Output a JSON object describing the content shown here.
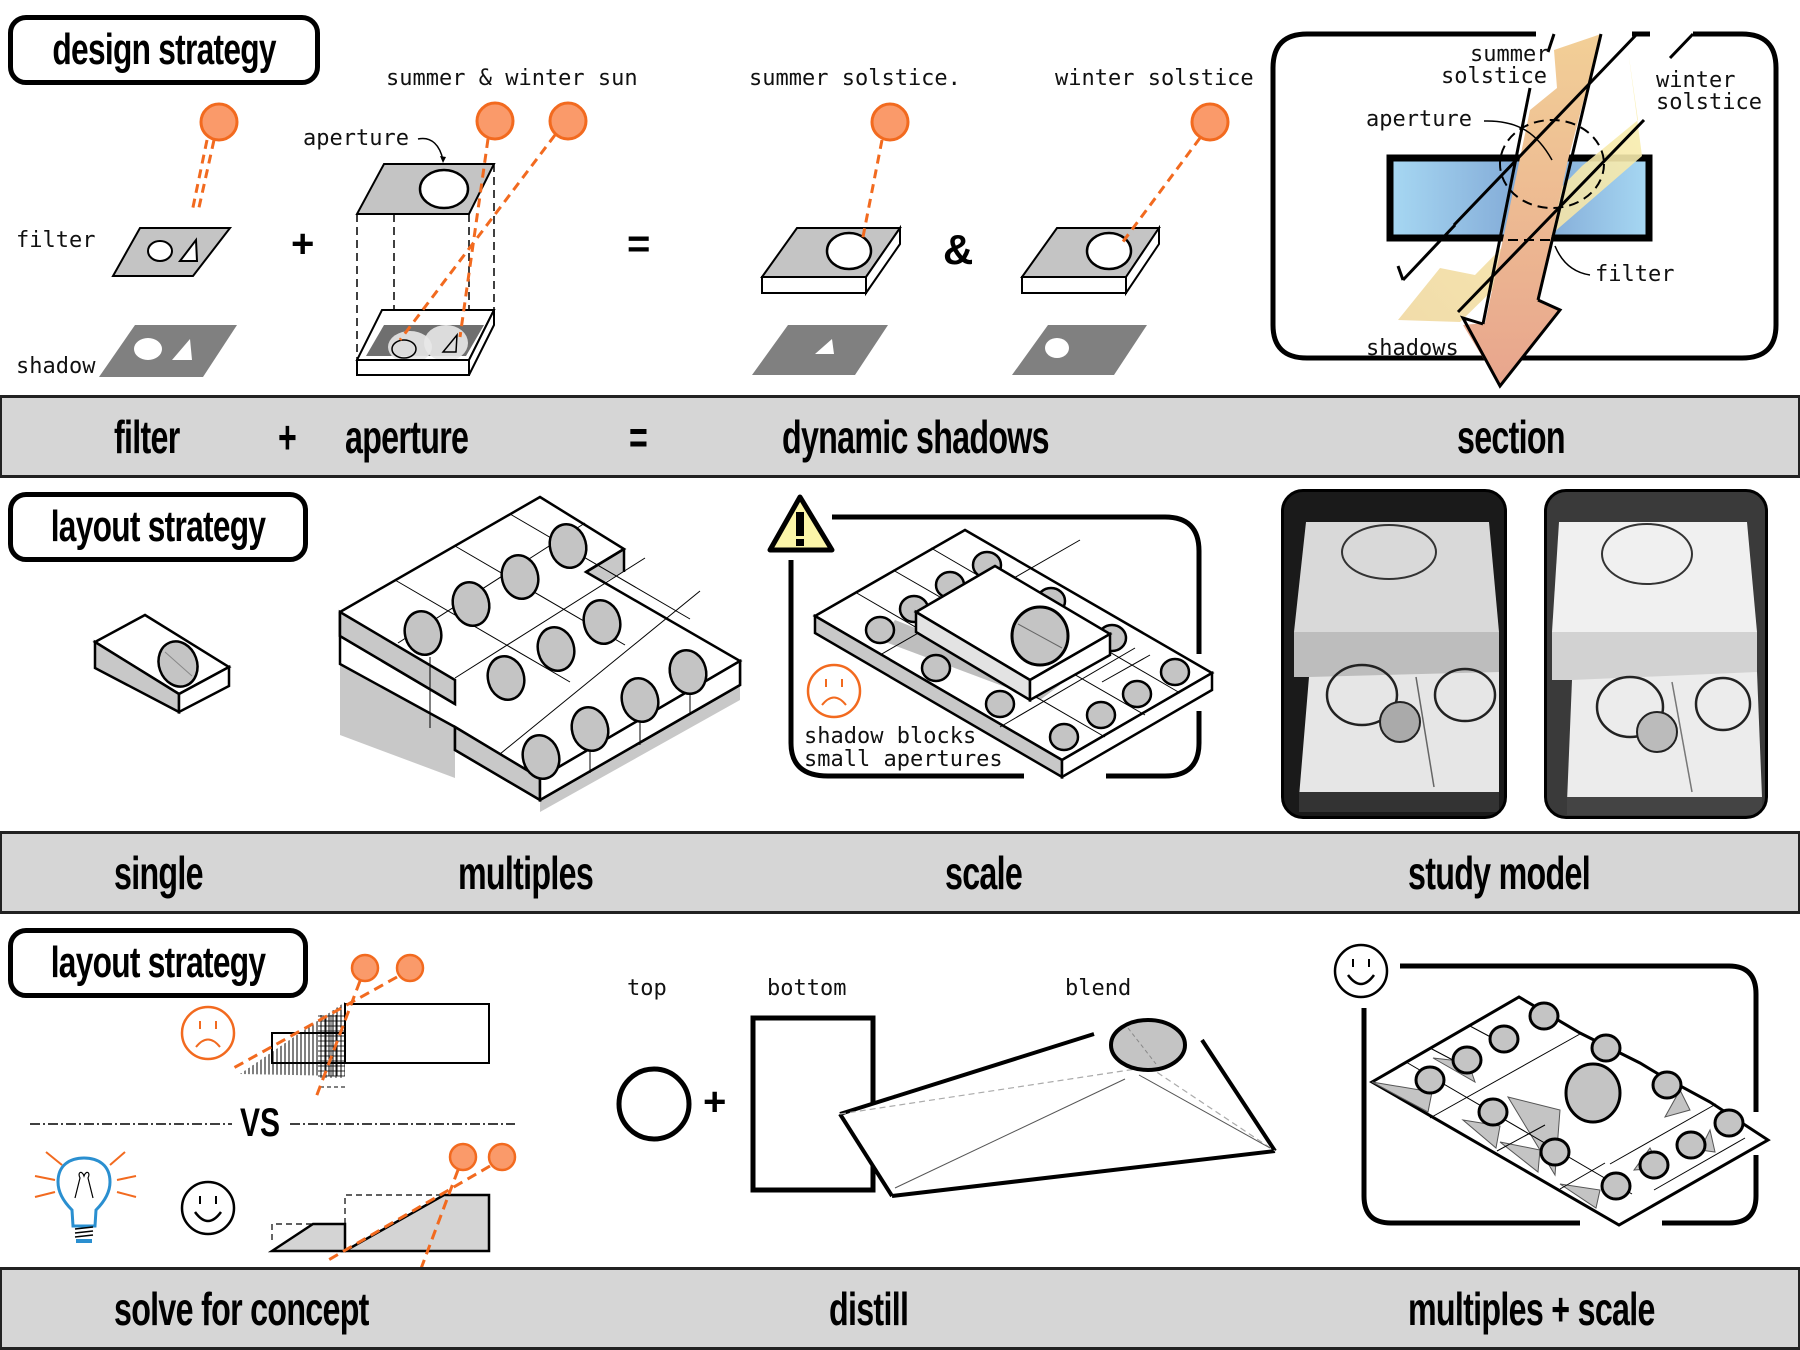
{
  "sections": [
    {
      "title": "design strategy",
      "band": {
        "labels": [
          "filter",
          "+",
          "aperture",
          "=",
          "dynamic shadows",
          "section"
        ]
      },
      "diagram_labels": {
        "filter": "filter",
        "shadow": "shadow",
        "aperture": "aperture",
        "summer_winter_sun": "summer & winter sun",
        "summer_solstice": "summer solstice.",
        "winter_solstice": "winter solstice",
        "plus": "+",
        "equals": "=",
        "ampersand": "&"
      },
      "section_labels": {
        "summer": "summer\nsolstice",
        "summer_line1": "summer",
        "summer_line2": "solstice",
        "winter_line1": "winter",
        "winter_line2": "solstice",
        "aperture": "aperture",
        "filter": "filter",
        "shadows": "shadows"
      }
    },
    {
      "title": "layout strategy",
      "band": {
        "labels": [
          "single",
          "multiples",
          "scale",
          "study model"
        ]
      },
      "warning_note_line1": "shadow blocks",
      "warning_note_line2": "small apertures"
    },
    {
      "title": "layout strategy",
      "band": {
        "labels": [
          "solve for concept",
          "distill",
          "multiples + scale"
        ]
      },
      "vs_label": "VS",
      "distill_labels": {
        "top": "top",
        "bottom": "bottom",
        "blend": "blend",
        "plus": "+",
        "equals": "="
      }
    }
  ],
  "colors": {
    "sun_fill": "#fa9a6a",
    "sun_stroke": "#f26a1f",
    "band_bg": "#d6d6d6",
    "panel_gray": "#c4c4c4",
    "shadow_gray": "#808080",
    "filter_blue": "#9fcbe8",
    "warning_yellow": "#fbf5a8",
    "sad_orange": "#f26a1f",
    "bulb_blue": "#2a8fd0"
  }
}
